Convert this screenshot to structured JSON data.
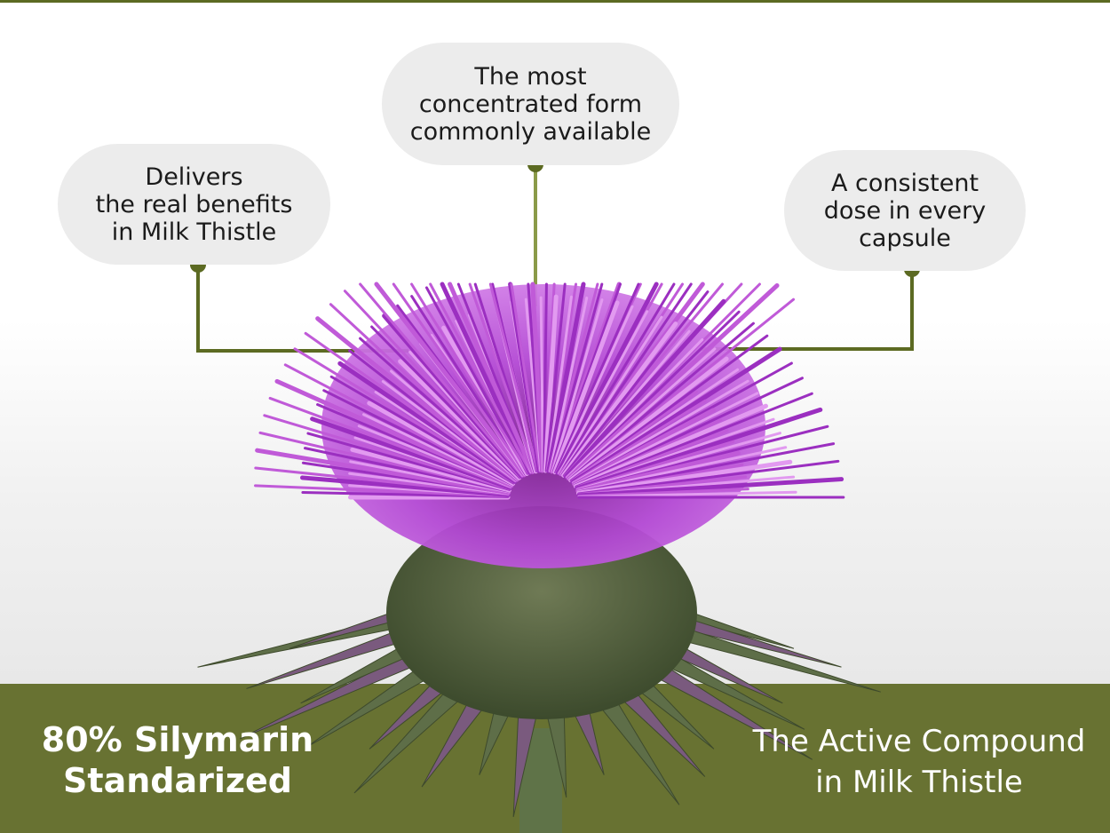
{
  "callouts": {
    "left": "Delivers\nthe real benefits\nin Milk Thistle",
    "center": "The most\nconcentrated form\ncommonly available",
    "right": "A consistent\ndose in every\ncapsule"
  },
  "footer": {
    "left": "80% Silymarin\nStandarized",
    "right": "The Active Compound\nin Milk Thistle"
  },
  "colors": {
    "olive": "#687232",
    "connector": "#5c6a22",
    "bubble": "#ececec",
    "flower": "#a23cc4",
    "bract": "#6e7f55"
  },
  "image": {
    "subject": "milk-thistle-flower"
  }
}
